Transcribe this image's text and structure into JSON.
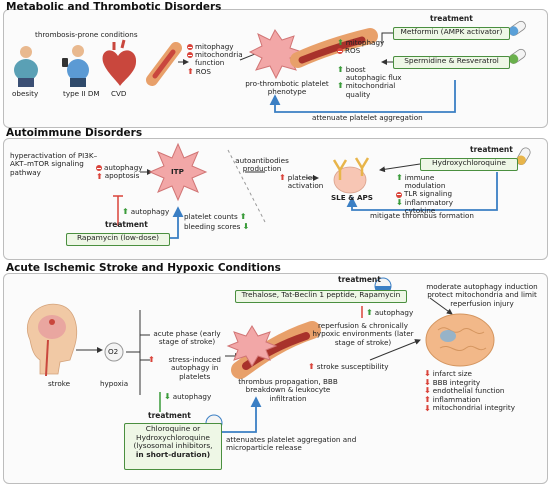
{
  "sections": {
    "metabolic": {
      "title": "Metabolic and Thrombotic Disorders",
      "conditions_label": "thrombosis-prone conditions",
      "conditions": [
        "obesity",
        "type II DM",
        "CVD"
      ],
      "effects": [
        "mitophagy",
        "mitochondria function",
        "ROS"
      ],
      "outcome": "pro-thrombotic platelet phenotype",
      "treatment_label": "treatment",
      "drug1": "Metformin (AMPK activator)",
      "drug1_effects": [
        "mitophagy",
        "ROS"
      ],
      "drug2": "Spermidine & Resveratrol",
      "drug2_effects": [
        "boost autophagic flux",
        "mitochondrial quality"
      ],
      "arrow_label": "attenuate platelet aggregation"
    },
    "autoimmune": {
      "title": "Autoimmune Disorders",
      "pathway": "hyperactivation of PI3K–AKT–mTOR signaling pathway",
      "effects": [
        "autophagy",
        "apoptosis"
      ],
      "itp": "ITP",
      "treatment_label": "treatment",
      "drug1": "Rapamycin (low-dose)",
      "drug1_effect": "autophagy",
      "itp_effects": [
        "platelet counts",
        "bleeding scores"
      ],
      "autoantibodies": "autoantibodies production",
      "platelet_activation": "platelet activation",
      "sle": "SLE & APS",
      "drug2": "Hydroxychloroquine",
      "drug2_effects": [
        "immune modulation",
        "TLR signaling",
        "inflammatory cytokine"
      ],
      "arrow_label": "mitigate thrombus formation"
    },
    "stroke": {
      "title": "Acute Ischemic Stroke and Hypoxic Conditions",
      "stroke_label": "stroke",
      "hypoxia_label": "hypoxia",
      "o2_label": "O2",
      "acute_phase": "acute phase (early stage of stroke)",
      "stress_autophagy": "stress-induced autophagy in platelets",
      "autophagy_down": "autophagy",
      "thrombus": "thrombus propagation, BBB breakdown & leukocyte infiltration",
      "treatment_label": "treatment",
      "drug_top": "Trehalose, Tat-Beclin 1 peptide, Rapamycin",
      "autophagy_up": "autophagy",
      "reperfusion": "reperfusion & chronically hypoxic environments (later stage of stroke)",
      "susceptibility": "stroke susceptibility",
      "moderate": "moderate autophagy induction protect mitochondria and limit reperfusion injury",
      "brain_effects": [
        "infarct size",
        "BBB integrity",
        "endothelial function",
        "inflammation",
        "mitochondrial integrity"
      ],
      "drug_bottom_lines": [
        "Chloroquine or",
        "Hydroxychloroquine",
        "(lysosomal inhibitors,",
        "in short-duration)"
      ],
      "attenuates": "attenuates platelet aggregation and microparticle release"
    }
  },
  "colors": {
    "up": "#3a9b3a",
    "down": "#d9433a",
    "box_border": "#4a8f3f",
    "box_fill": "#eef7e6",
    "arrow_blue": "#3b7fc4"
  }
}
